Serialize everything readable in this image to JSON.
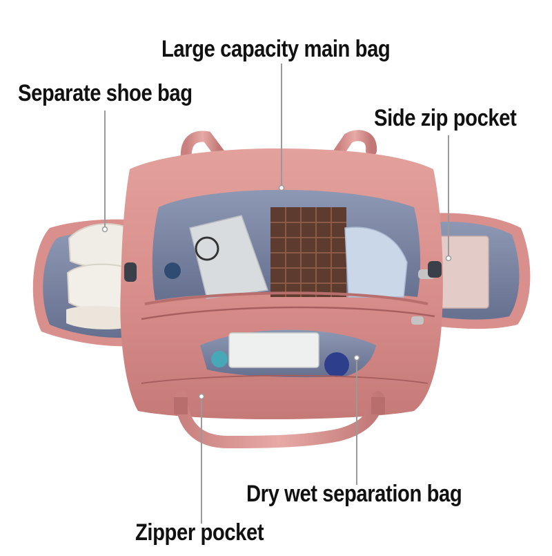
{
  "labels": {
    "main_bag": "Large capacity main bag",
    "shoe_bag": "Separate shoe bag",
    "side_pocket": "Side zip pocket",
    "dry_wet": "Dry wet separation bag",
    "zipper_pocket": "Zipper pocket"
  },
  "product_photo": {
    "subject": "pink nylon duffel bag, top-down open view",
    "colors": {
      "bag_pink": "#d98f8c",
      "bag_pink_dark": "#b86e6c",
      "lining_grey": "#7e8aa6",
      "lining_dark": "#5b6684",
      "leader_line": "#9a9a9a"
    }
  }
}
